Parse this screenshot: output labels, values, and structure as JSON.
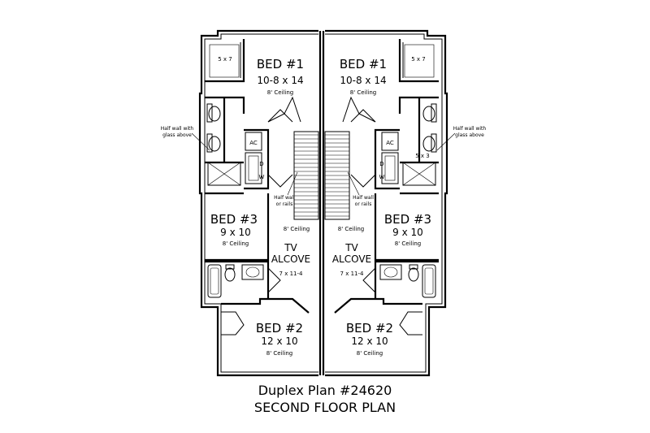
{
  "plan": {
    "title_line1": "Duplex Plan #24620",
    "title_line2": "SECOND FLOOR PLAN",
    "left_unit": {
      "bed1": {
        "name": "BED #1",
        "size": "10-8 x 14",
        "ceiling": "8' Ceiling"
      },
      "bed3": {
        "name": "BED #3",
        "size": "9 x 10",
        "ceiling": "8' Ceiling"
      },
      "bed2": {
        "name": "BED #2",
        "size": "12 x 10",
        "ceiling": "8' Ceiling"
      },
      "tv_alcove": {
        "line1": "TV",
        "line2": "ALCOVE",
        "size": "7 x 11-4"
      },
      "hall_ceiling": "8' Ceiling",
      "closet_size": "5 x 7",
      "ac": "AC",
      "dryer": "D",
      "washer": "W",
      "half_wall_glass_1": "Half wall with",
      "half_wall_glass_2": "glass above",
      "half_wall_rails_1": "Half wall",
      "half_wall_rails_2": "or rails"
    },
    "right_unit": {
      "bed1": {
        "name": "BED #1",
        "size": "10-8 x 14",
        "ceiling": "8' Ceiling"
      },
      "bed3": {
        "name": "BED #3",
        "size": "9 x 10",
        "ceiling": "8' Ceiling"
      },
      "bed2": {
        "name": "BED #2",
        "size": "12 x 10",
        "ceiling": "8' Ceiling"
      },
      "tv_alcove": {
        "line1": "TV",
        "line2": "ALCOVE",
        "size": "7 x 11-4"
      },
      "hall_ceiling": "8' Ceiling",
      "closet_size": "5 x 7",
      "closet_size_2": "5 x 3",
      "ac": "AC",
      "dryer": "D",
      "washer": "W",
      "half_wall_glass_1": "Half wall with",
      "half_wall_glass_2": "glass above",
      "half_wall_rails_1": "Half wall",
      "half_wall_rails_2": "or rails"
    }
  }
}
